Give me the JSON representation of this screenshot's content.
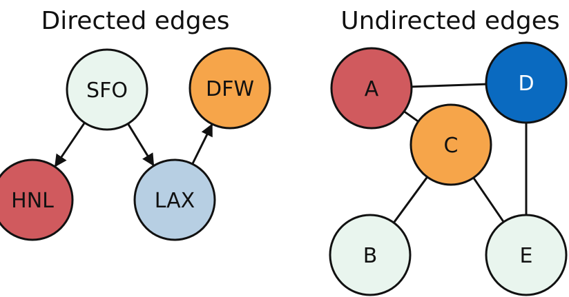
{
  "directed": {
    "title": "Directed edges",
    "nodes": [
      {
        "id": "SFO",
        "label": "SFO",
        "color": "#e9f5ee"
      },
      {
        "id": "DFW",
        "label": "DFW",
        "color": "#f6a54a"
      },
      {
        "id": "HNL",
        "label": "HNL",
        "color": "#d05a5e"
      },
      {
        "id": "LAX",
        "label": "LAX",
        "color": "#b7cfe3"
      }
    ],
    "edges": [
      {
        "from": "SFO",
        "to": "HNL"
      },
      {
        "from": "SFO",
        "to": "LAX"
      },
      {
        "from": "LAX",
        "to": "DFW"
      }
    ]
  },
  "undirected": {
    "title": "Undirected edges",
    "nodes": [
      {
        "id": "A",
        "label": "A",
        "color": "#d05a5e"
      },
      {
        "id": "D",
        "label": "D",
        "color": "#0a6ac0"
      },
      {
        "id": "C",
        "label": "C",
        "color": "#f6a54a"
      },
      {
        "id": "B",
        "label": "B",
        "color": "#e9f5ee"
      },
      {
        "id": "E",
        "label": "E",
        "color": "#e9f5ee"
      }
    ],
    "edges": [
      {
        "from": "A",
        "to": "D"
      },
      {
        "from": "A",
        "to": "C"
      },
      {
        "from": "C",
        "to": "B"
      },
      {
        "from": "C",
        "to": "E"
      },
      {
        "from": "D",
        "to": "E"
      }
    ]
  }
}
